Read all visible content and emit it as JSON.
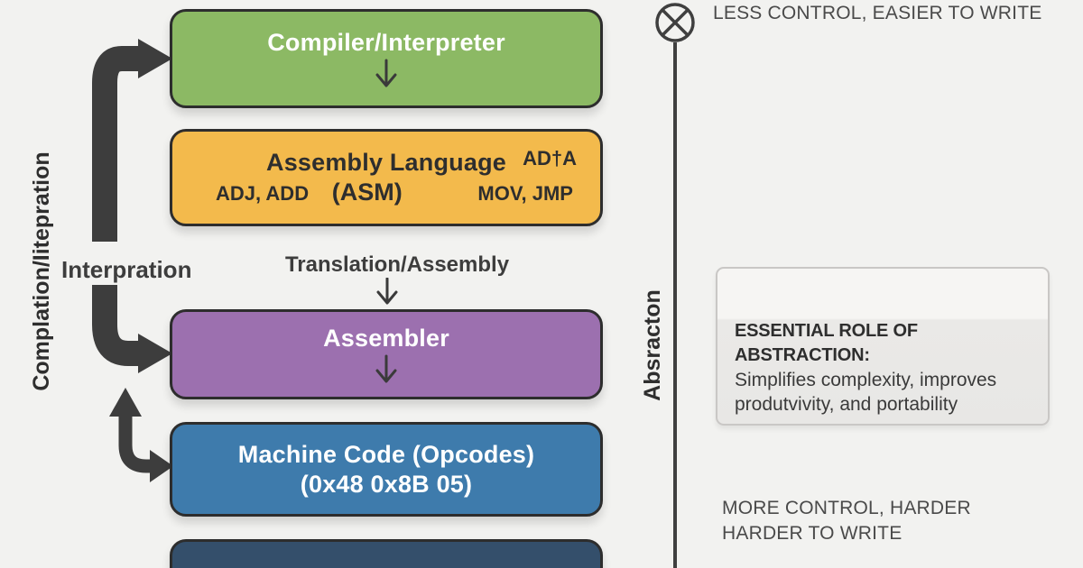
{
  "flow": {
    "vertical_axis_label": "Complation/Iitepration",
    "interpretation_label": "Interpration",
    "translation_label": "Translation/Assembly",
    "boxes": [
      {
        "id": "compiler",
        "title": "Compiler/Interpreter",
        "color": "#8cb964",
        "text_color": "#ffffff"
      },
      {
        "id": "assembly",
        "title": "Assembly Language",
        "corner_text": "AD†A",
        "sub_left": "ADJ, ADD",
        "sub_mid": "(ASM)",
        "sub_right": "MOV, JMP",
        "color": "#f3ba4c",
        "text_color": "#2e2e2e"
      },
      {
        "id": "assembler",
        "title": "Assembler",
        "color": "#9c70af",
        "text_color": "#ffffff"
      },
      {
        "id": "machine",
        "title": "Machine Code (Opcodes)",
        "subtitle": "(0x48 0x8B 05)",
        "color": "#3e7bac",
        "text_color": "#ffffff"
      },
      {
        "id": "hardware",
        "title": "",
        "color": "#344f6b"
      }
    ]
  },
  "right_panel": {
    "top_label": "LESS CONTROL, EASIER TO WRITE",
    "axis_label": "Absracton",
    "info_box": {
      "heading": "ESSENTIAL ROLE OF ABSTRACTION:",
      "line1": "Simplifies complexity, improves",
      "line2": "produtvivity, and portability"
    },
    "bottom_label_line1": "MORE CONTROL, HARDER",
    "bottom_label_line2": "HARDER TO WRITE"
  },
  "colors": {
    "background": "#f2f2f0",
    "arrow": "#3d3d3d",
    "border": "#2d2d2d",
    "label": "#4a4a4a"
  }
}
